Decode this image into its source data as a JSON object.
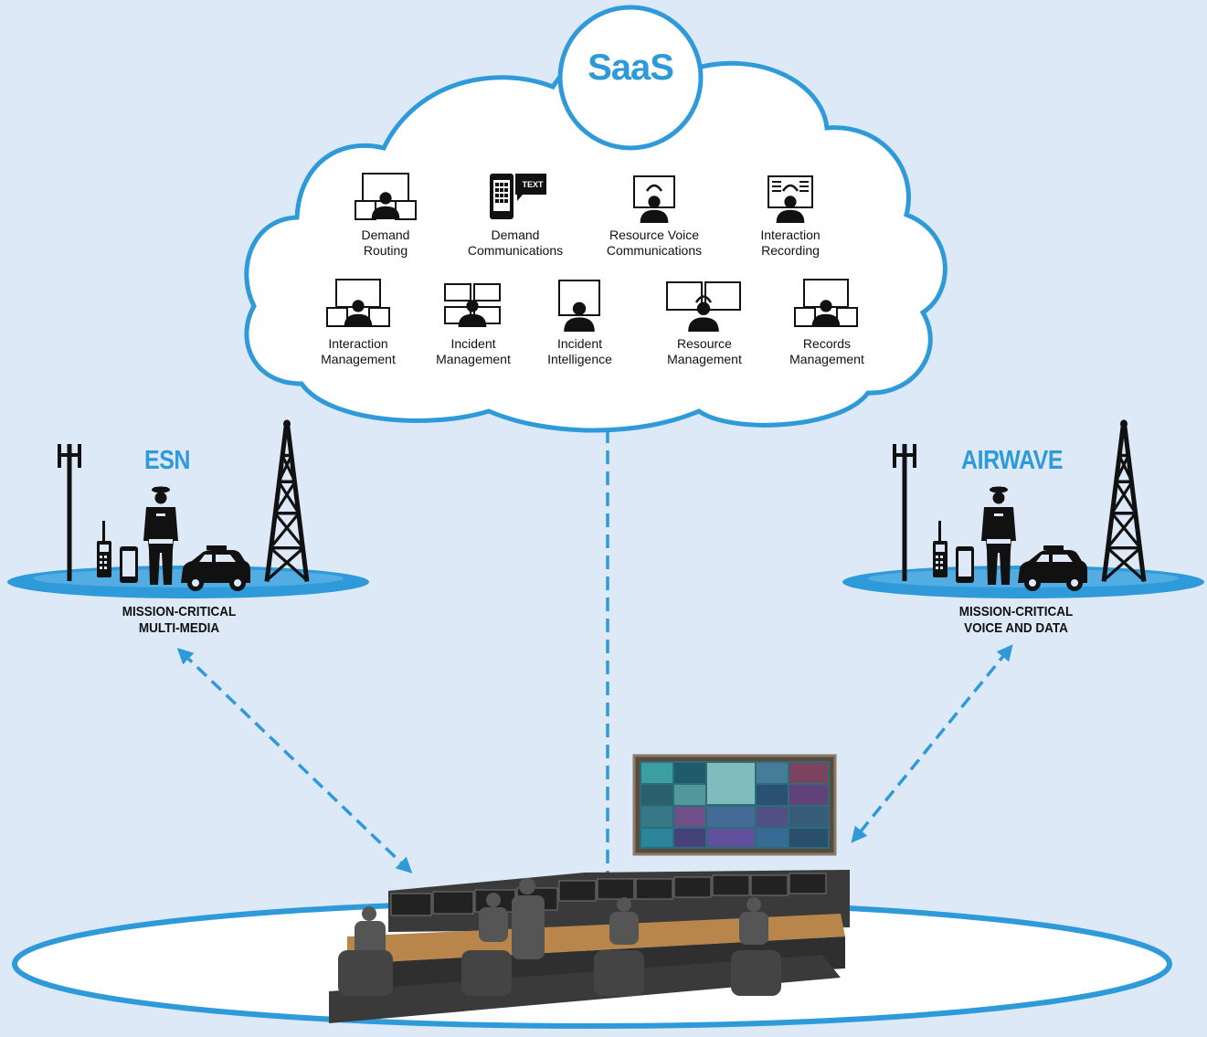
{
  "saas": {
    "title": "SaaS"
  },
  "services": [
    {
      "line1": "Demand",
      "line2": "Routing"
    },
    {
      "line1": "Demand",
      "line2": "Communications"
    },
    {
      "line1": "Resource Voice",
      "line2": "Communications"
    },
    {
      "line1": "Interaction",
      "line2": "Recording"
    },
    {
      "line1": "Interaction",
      "line2": "Management"
    },
    {
      "line1": "Incident",
      "line2": "Management"
    },
    {
      "line1": "Incident",
      "line2": "Intelligence"
    },
    {
      "line1": "Resource",
      "line2": "Management"
    },
    {
      "line1": "Records",
      "line2": "Management"
    }
  ],
  "text_badge": "TEXT",
  "networks": {
    "esn": {
      "title": "ESN",
      "sub1": "MISSION-CRITICAL",
      "sub2": "MULTI-MEDIA"
    },
    "airwave": {
      "title": "AIRWAVE",
      "sub1": "MISSION-CRITICAL",
      "sub2": "VOICE AND DATA"
    }
  },
  "colors": {
    "background": "#dde9f7",
    "accent": "#2e9ad9",
    "ink": "#111111"
  },
  "icons": [
    "person-monitors-icon",
    "phone-text-icon",
    "headset-agent-icon",
    "cell-mast-icon",
    "radio-tower-icon",
    "police-officer-icon",
    "police-car-icon",
    "handset-icon",
    "video-wall-icon",
    "control-room-image"
  ]
}
